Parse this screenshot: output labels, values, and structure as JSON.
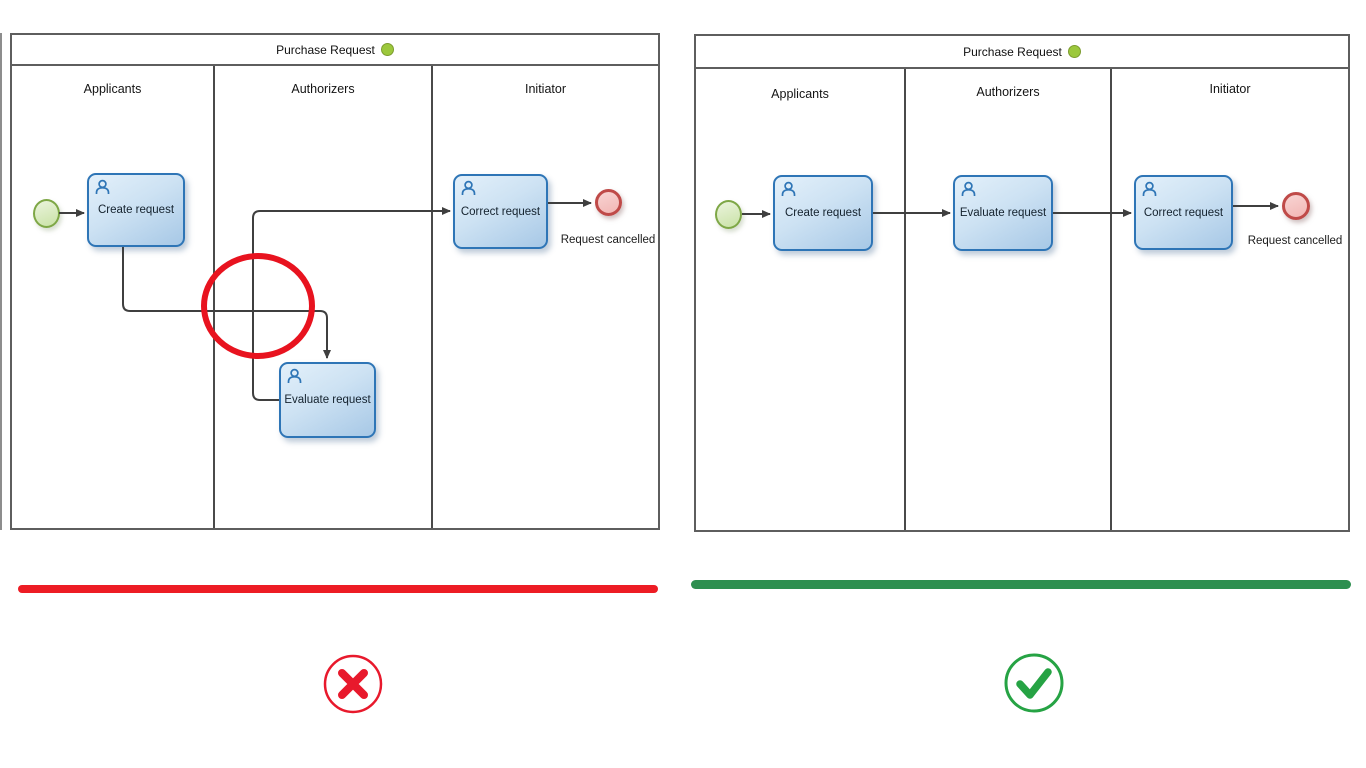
{
  "bad_example": {
    "pool_title": "Purchase Request",
    "lanes": [
      "Applicants",
      "Authorizers",
      "Initiator"
    ],
    "tasks": {
      "create": "Create request",
      "evaluate": "Evaluate request",
      "correct": "Correct request"
    },
    "end_event_label": "Request cancelled",
    "verdict_icon": "cross-circle-icon"
  },
  "good_example": {
    "pool_title": "Purchase Request",
    "lanes": [
      "Applicants",
      "Authorizers",
      "Initiator"
    ],
    "tasks": {
      "create": "Create request",
      "evaluate": "Evaluate request",
      "correct": "Correct request"
    },
    "end_event_label": "Request cancelled",
    "verdict_icon": "check-circle-icon"
  },
  "colors": {
    "task_fill_light": "#e3f0fa",
    "task_fill_dark": "#a7c8e6",
    "task_border": "#2e75b6",
    "start_event_fill": "#d9ecbe",
    "start_event_border": "#7ea746",
    "end_event_fill": "#f7caca",
    "end_event_border": "#bf4a48",
    "status_dot": "#9cc83c",
    "connector": "#3f3f3f",
    "bad_accent": "#ed1c24",
    "good_accent": "#2e8f50",
    "crossing_highlight": "#e8131f"
  }
}
